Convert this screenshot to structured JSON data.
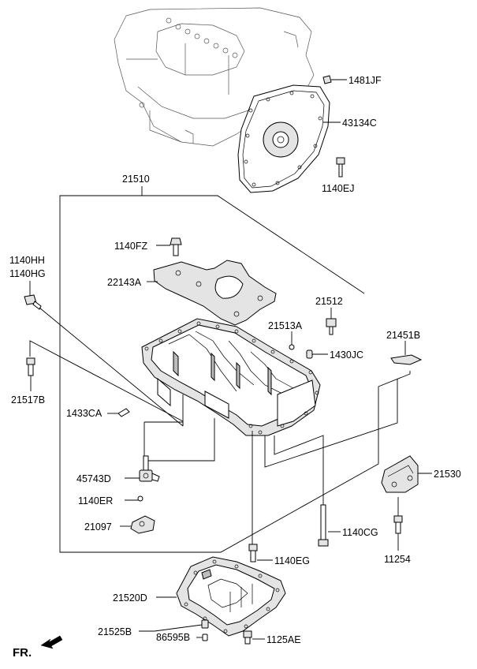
{
  "labels": {
    "p1481JF": "1481JF",
    "p43134C": "43134C",
    "p1140EJ": "1140EJ",
    "p21510": "21510",
    "p1140FZ": "1140FZ",
    "p1140HH": "1140HH",
    "p1140HG": "1140HG",
    "p22143A": "22143A",
    "p21512": "21512",
    "p21513A": "21513A",
    "p21451B": "21451B",
    "p1430JC": "1430JC",
    "p21517B": "21517B",
    "p1433CA": "1433CA",
    "p45743D": "45743D",
    "p1140ER": "1140ER",
    "p21097": "21097",
    "p21530": "21530",
    "p1140CG": "1140CG",
    "p11254": "11254",
    "p1140EG": "1140EG",
    "p21520D": "21520D",
    "p21525B": "21525B",
    "p86595B": "86595B",
    "p1125AE": "1125AE",
    "fr": "FR."
  }
}
